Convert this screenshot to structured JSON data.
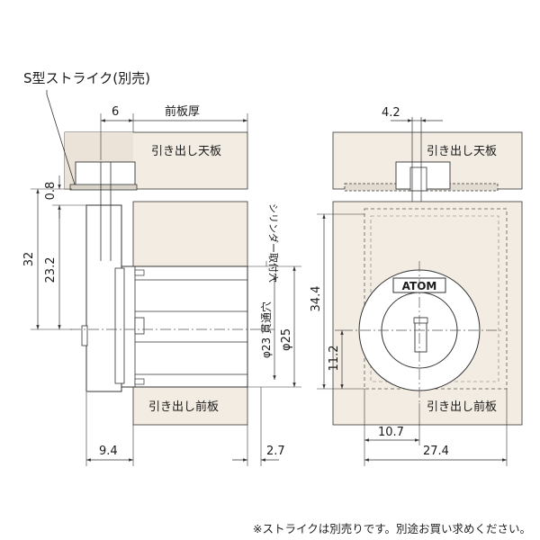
{
  "callout": "S型ストライク(別売)",
  "labels": {
    "drawer_top": "引き出し天板",
    "drawer_front": "引き出し前板",
    "front_thickness": "前板厚",
    "cylinder_hole": "シリンダー取付穴",
    "through_hole": "φ23 貫通穴",
    "dia25": "φ25",
    "logo": "ATOM"
  },
  "left_view": {
    "dim_6": "6",
    "dim_32": "32",
    "dim_23_2": "23.2",
    "dim_0_8": "0.8",
    "dim_9_4": "9.4",
    "dim_2_7": "2.7"
  },
  "right_view": {
    "dim_4_2": "4.2",
    "dim_34_4": "34.4",
    "dim_11_2": "11.2",
    "dim_10_7": "10.7",
    "dim_27_4": "27.4"
  },
  "footnote": "※ストライクは別売りです。別途お買い求めください。",
  "colors": {
    "panel": "#f2ece3",
    "line": "#333333",
    "dashed": "#666666"
  }
}
